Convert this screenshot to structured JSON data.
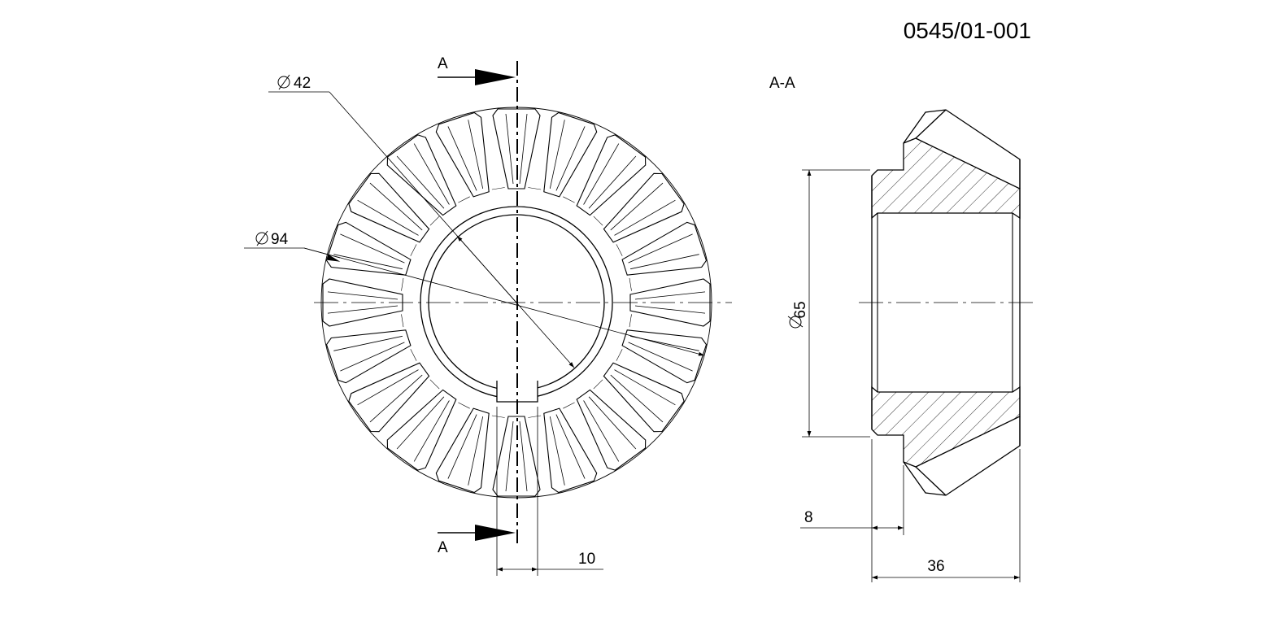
{
  "drawing_number": "0545/01-001",
  "section": {
    "cut_label_top": "A",
    "cut_label_bottom": "A",
    "view_title": "A-A"
  },
  "dimensions": {
    "bore_diameter": "42",
    "outer_diameter": "94",
    "keyway_width": "10",
    "hub_diameter": "65",
    "hub_step_length": "8",
    "total_length": "36"
  },
  "gear": {
    "teeth_count": 20
  },
  "colors": {
    "line": "#000000",
    "background": "#ffffff"
  }
}
